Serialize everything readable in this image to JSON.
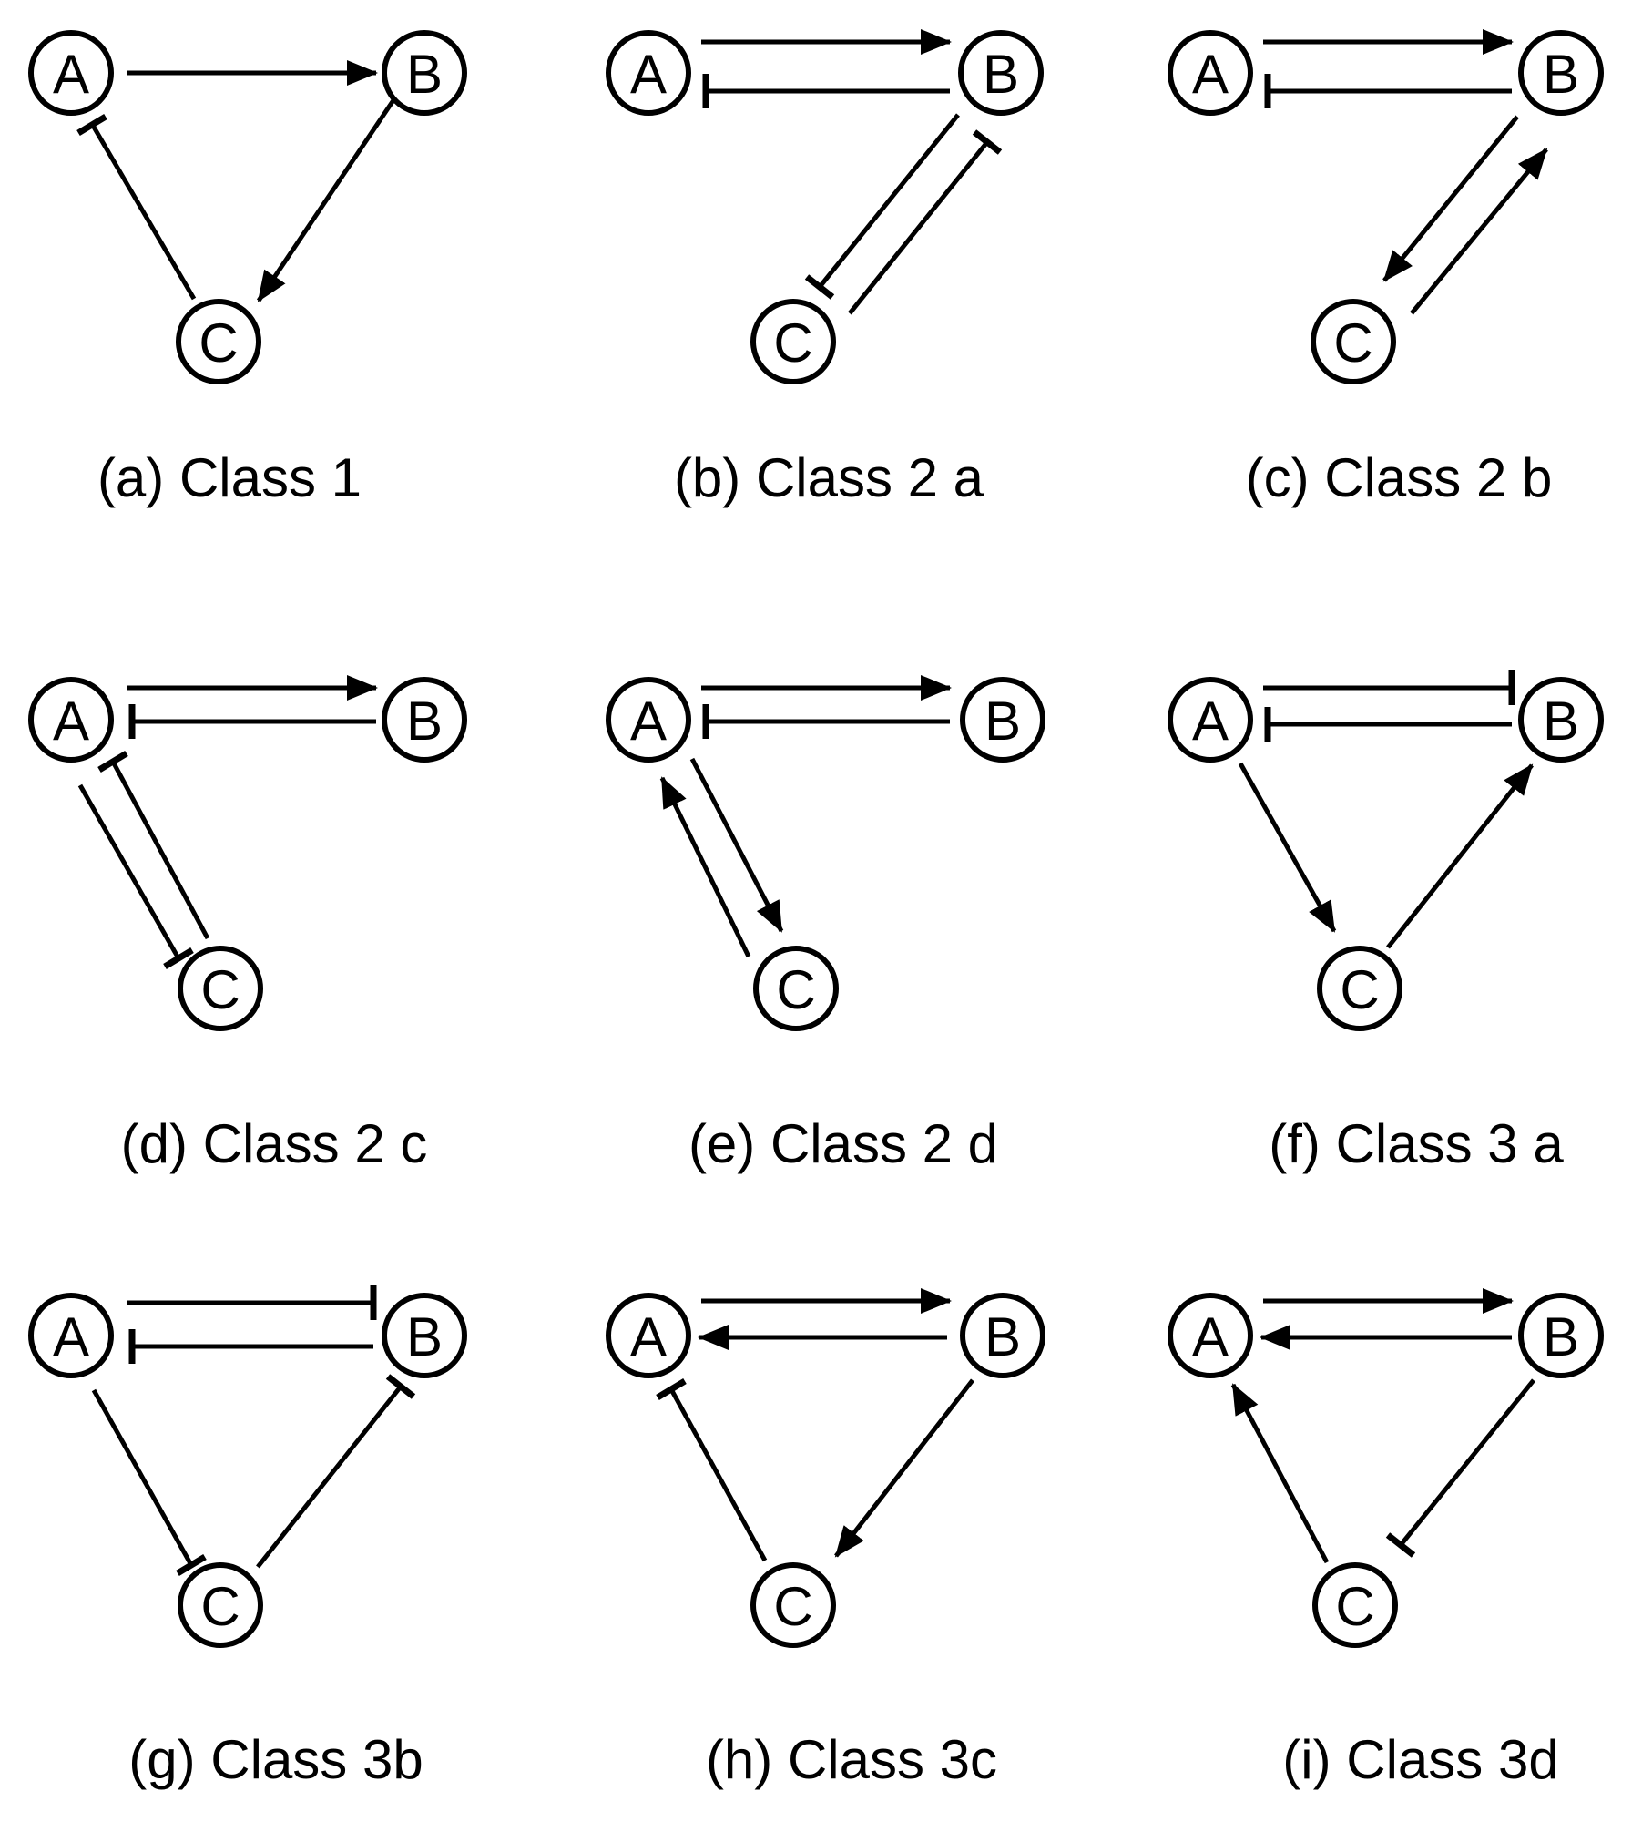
{
  "panels": [
    {
      "caption": "(a) Class 1",
      "nodes": {
        "a": "A",
        "b": "B",
        "c": "C"
      },
      "edges": [
        {
          "from": "A",
          "to": "B",
          "type": "activation"
        },
        {
          "from": "B",
          "to": "C",
          "type": "activation"
        },
        {
          "from": "C",
          "to": "A",
          "type": "inhibition"
        }
      ]
    },
    {
      "caption": "(b) Class 2 a",
      "nodes": {
        "a": "A",
        "b": "B",
        "c": "C"
      },
      "edges": [
        {
          "from": "A",
          "to": "B",
          "type": "activation"
        },
        {
          "from": "B",
          "to": "A",
          "type": "inhibition"
        },
        {
          "from": "B",
          "to": "C",
          "type": "inhibition"
        },
        {
          "from": "C",
          "to": "B",
          "type": "inhibition"
        }
      ]
    },
    {
      "caption": "(c) Class 2 b",
      "nodes": {
        "a": "A",
        "b": "B",
        "c": "C"
      },
      "edges": [
        {
          "from": "A",
          "to": "B",
          "type": "activation"
        },
        {
          "from": "B",
          "to": "A",
          "type": "inhibition"
        },
        {
          "from": "B",
          "to": "C",
          "type": "activation"
        },
        {
          "from": "C",
          "to": "B",
          "type": "activation"
        }
      ]
    },
    {
      "caption": "(d) Class 2 c",
      "nodes": {
        "a": "A",
        "b": "B",
        "c": "C"
      },
      "edges": [
        {
          "from": "A",
          "to": "B",
          "type": "activation"
        },
        {
          "from": "B",
          "to": "A",
          "type": "inhibition"
        },
        {
          "from": "A",
          "to": "C",
          "type": "inhibition"
        },
        {
          "from": "C",
          "to": "A",
          "type": "inhibition"
        }
      ]
    },
    {
      "caption": "(e) Class 2 d",
      "nodes": {
        "a": "A",
        "b": "B",
        "c": "C"
      },
      "edges": [
        {
          "from": "A",
          "to": "B",
          "type": "activation"
        },
        {
          "from": "B",
          "to": "A",
          "type": "inhibition"
        },
        {
          "from": "A",
          "to": "C",
          "type": "activation"
        },
        {
          "from": "C",
          "to": "A",
          "type": "activation"
        }
      ]
    },
    {
      "caption": "(f) Class 3 a",
      "nodes": {
        "a": "A",
        "b": "B",
        "c": "C"
      },
      "edges": [
        {
          "from": "A",
          "to": "B",
          "type": "inhibition"
        },
        {
          "from": "B",
          "to": "A",
          "type": "inhibition"
        },
        {
          "from": "A",
          "to": "C",
          "type": "activation"
        },
        {
          "from": "C",
          "to": "B",
          "type": "activation"
        }
      ]
    },
    {
      "caption": "(g) Class 3b",
      "nodes": {
        "a": "A",
        "b": "B",
        "c": "C"
      },
      "edges": [
        {
          "from": "A",
          "to": "B",
          "type": "inhibition"
        },
        {
          "from": "B",
          "to": "A",
          "type": "inhibition"
        },
        {
          "from": "A",
          "to": "C",
          "type": "inhibition"
        },
        {
          "from": "C",
          "to": "B",
          "type": "inhibition"
        }
      ]
    },
    {
      "caption": "(h) Class 3c",
      "nodes": {
        "a": "A",
        "b": "B",
        "c": "C"
      },
      "edges": [
        {
          "from": "A",
          "to": "B",
          "type": "activation"
        },
        {
          "from": "B",
          "to": "A",
          "type": "activation"
        },
        {
          "from": "B",
          "to": "C",
          "type": "activation"
        },
        {
          "from": "C",
          "to": "A",
          "type": "inhibition"
        }
      ]
    },
    {
      "caption": "(i) Class 3d",
      "nodes": {
        "a": "A",
        "b": "B",
        "c": "C"
      },
      "edges": [
        {
          "from": "A",
          "to": "B",
          "type": "activation"
        },
        {
          "from": "B",
          "to": "A",
          "type": "activation"
        },
        {
          "from": "C",
          "to": "A",
          "type": "activation"
        },
        {
          "from": "B",
          "to": "C",
          "type": "inhibition"
        }
      ]
    }
  ]
}
